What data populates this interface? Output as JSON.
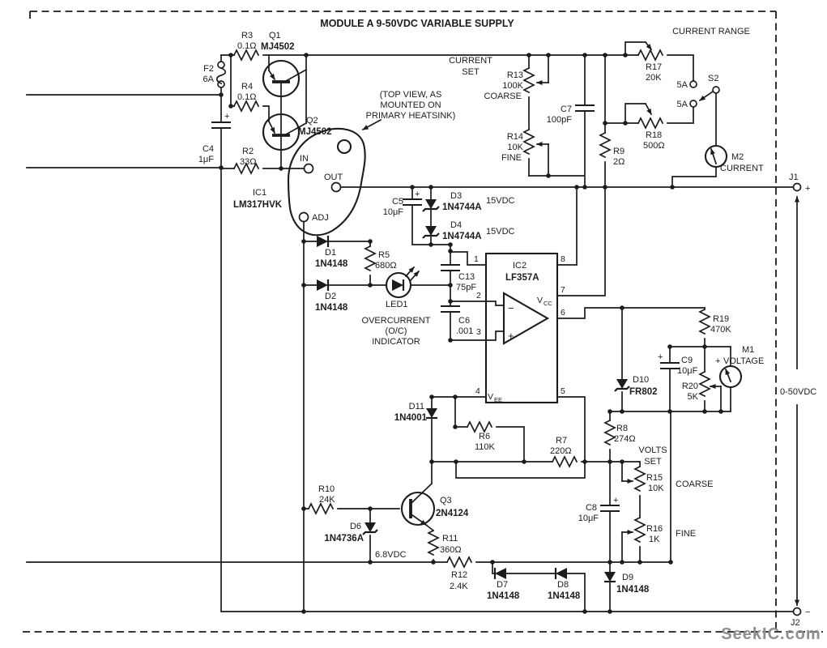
{
  "title": "MODULE A 9-50VDC VARIABLE SUPPLY",
  "watermark": "SeekIC.com",
  "colors": {
    "ink": "#1c1c1c",
    "background": "#ffffff",
    "watermark": "#8f8f8f"
  },
  "section_labels": {
    "current_set": [
      "CURRENT",
      "SET"
    ],
    "current_range": "CURRENT RANGE",
    "current_coarse": "COARSE",
    "current_fine": "FINE",
    "volts_set": [
      "VOLTS",
      "SET"
    ],
    "volts_coarse": "COARSE",
    "volts_fine": "FINE",
    "output_range": "0-50VDC",
    "heatsink_note": [
      "(TOP VIEW, AS",
      "MOUNTED ON",
      "PRIMARY HEATSINK)"
    ],
    "overcurrent_note": [
      "OVERCURRENT",
      "(O/C)",
      "INDICATOR"
    ]
  },
  "components": {
    "f2": {
      "ref": "F2",
      "value": "6A"
    },
    "c4": {
      "ref": "C4",
      "value": "1μF",
      "polarity": "+"
    },
    "r3": {
      "ref": "R3",
      "value": "0.1Ω"
    },
    "r4": {
      "ref": "R4",
      "value": "0.1Ω"
    },
    "r2": {
      "ref": "R2",
      "value": "33Ω"
    },
    "q1": {
      "ref": "Q1",
      "part": "MJ4502"
    },
    "q2": {
      "ref": "Q2",
      "part": "MJ4502"
    },
    "ic1": {
      "ref": "IC1",
      "part": "LM317HVK",
      "pins": {
        "in": "IN",
        "out": "OUT",
        "adj": "ADJ"
      }
    },
    "d1": {
      "ref": "D1",
      "part": "1N4148"
    },
    "d2": {
      "ref": "D2",
      "part": "1N4148"
    },
    "r5": {
      "ref": "R5",
      "value": "680Ω"
    },
    "led1": {
      "ref": "LED1"
    },
    "c5": {
      "ref": "C5",
      "value": "10μF",
      "polarity": "+"
    },
    "d3": {
      "ref": "D3",
      "part": "1N4744A",
      "note": "15VDC"
    },
    "d4": {
      "ref": "D4",
      "part": "1N4744A",
      "note": "15VDC"
    },
    "c13": {
      "ref": "C13",
      "value": "75pF"
    },
    "c6": {
      "ref": "C6",
      "value": ".001"
    },
    "ic2": {
      "ref": "IC2",
      "part": "LF357A",
      "pins": [
        "1",
        "2",
        "3",
        "4",
        "5",
        "6",
        "7",
        "8"
      ],
      "vcc": {
        "base": "V",
        "sub": "CC"
      },
      "vee": {
        "base": "V",
        "sub": "EE"
      },
      "inverting": "−",
      "noninverting": "+"
    },
    "r13": {
      "ref": "R13",
      "value": "100K"
    },
    "r14": {
      "ref": "R14",
      "value": "10K"
    },
    "c7": {
      "ref": "C7",
      "value": "100pF"
    },
    "r9": {
      "ref": "R9",
      "value": "2Ω"
    },
    "r17": {
      "ref": "R17",
      "value": "20K"
    },
    "r18": {
      "ref": "R18",
      "value": "500Ω"
    },
    "s2": {
      "ref": "S2",
      "contact_top": "5A",
      "contact_bottom": "5A"
    },
    "m2": {
      "ref": "M2",
      "label": "CURRENT"
    },
    "j1": {
      "ref": "J1",
      "polarity": "+"
    },
    "j2": {
      "ref": "J2",
      "polarity": "−"
    },
    "r19": {
      "ref": "R19",
      "value": "470K"
    },
    "c9": {
      "ref": "C9",
      "value": "10μF",
      "polarity": "+"
    },
    "m1": {
      "ref": "M1",
      "label": "VOLTAGE",
      "polarity": "+"
    },
    "r20": {
      "ref": "R20",
      "value": "5K"
    },
    "d10": {
      "ref": "D10",
      "part": "FR802"
    },
    "r8": {
      "ref": "R8",
      "value": "274Ω"
    },
    "r15": {
      "ref": "R15",
      "value": "10K"
    },
    "r16": {
      "ref": "R16",
      "value": "1K"
    },
    "c8": {
      "ref": "C8",
      "value": "10μF",
      "polarity": "+"
    },
    "d11": {
      "ref": "D11",
      "part": "1N4001"
    },
    "r6": {
      "ref": "R6",
      "value": "110K"
    },
    "r7": {
      "ref": "R7",
      "value": "220Ω"
    },
    "r10": {
      "ref": "R10",
      "value": "24K"
    },
    "q3": {
      "ref": "Q3",
      "part": "2N4124"
    },
    "d6": {
      "ref": "D6",
      "part": "1N4736A",
      "note": "6.8VDC"
    },
    "r11": {
      "ref": "R11",
      "value": "360Ω"
    },
    "r12": {
      "ref": "R12",
      "value": "2.4K"
    },
    "d7": {
      "ref": "D7",
      "part": "1N4148"
    },
    "d8": {
      "ref": "D8",
      "part": "1N4148"
    },
    "d9": {
      "ref": "D9",
      "part": "1N4148"
    }
  }
}
